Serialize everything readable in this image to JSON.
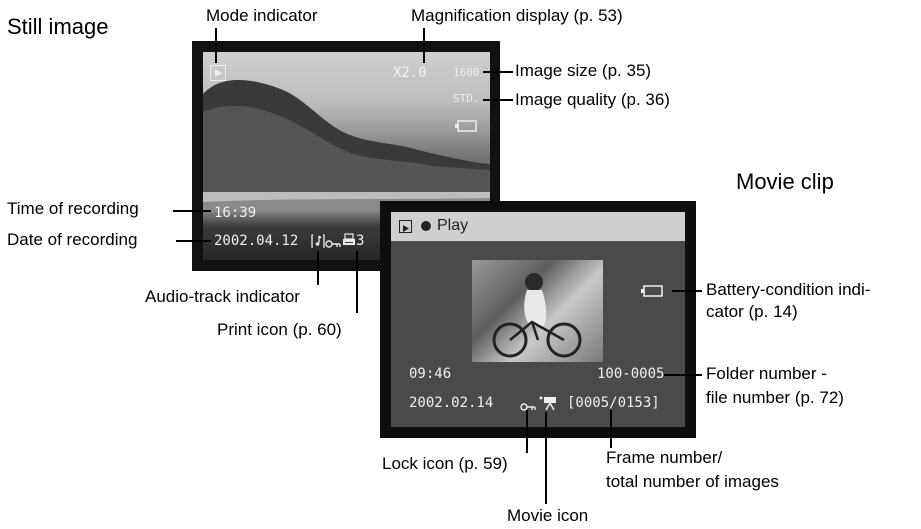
{
  "titles": {
    "still": "Still image",
    "movie": "Movie clip"
  },
  "callouts": {
    "mode_indicator": "Mode indicator",
    "magnification": "Magnification display (p. 53)",
    "image_size": "Image size (p. 35)",
    "image_quality": "Image quality (p. 36)",
    "time_of_recording": "Time of recording",
    "date_of_recording": "Date of recording",
    "audio_track": "Audio-track indicator",
    "print_icon": "Print icon (p. 60)",
    "battery_line1": "Battery-condition indi-",
    "battery_line2": "cator (p. 14)",
    "folder_line1": "Folder number -",
    "folder_line2": "file number (p. 72)",
    "lock_icon": "Lock icon (p. 59)",
    "frame_line1": "Frame number/",
    "frame_line2": "total number of images",
    "movie_icon": "Movie icon"
  },
  "still_screen": {
    "magnification": "X2.0",
    "image_size": "1600",
    "image_quality": "STD.",
    "time": "16:39",
    "date": "2002.04.12",
    "print_count": "3"
  },
  "movie_screen": {
    "bar_label": "Play",
    "time": "09:46",
    "folder_file": "100-0005",
    "date": "2002.02.14",
    "frame_count": "[0005/0153]"
  },
  "icons": {
    "mode": "play-mode-icon",
    "battery": "battery-icon",
    "audio": "audio-track-icon",
    "lock": "lock-icon",
    "print": "print-icon",
    "movie": "movie-camera-icon",
    "record_dot": "record-dot-icon"
  }
}
